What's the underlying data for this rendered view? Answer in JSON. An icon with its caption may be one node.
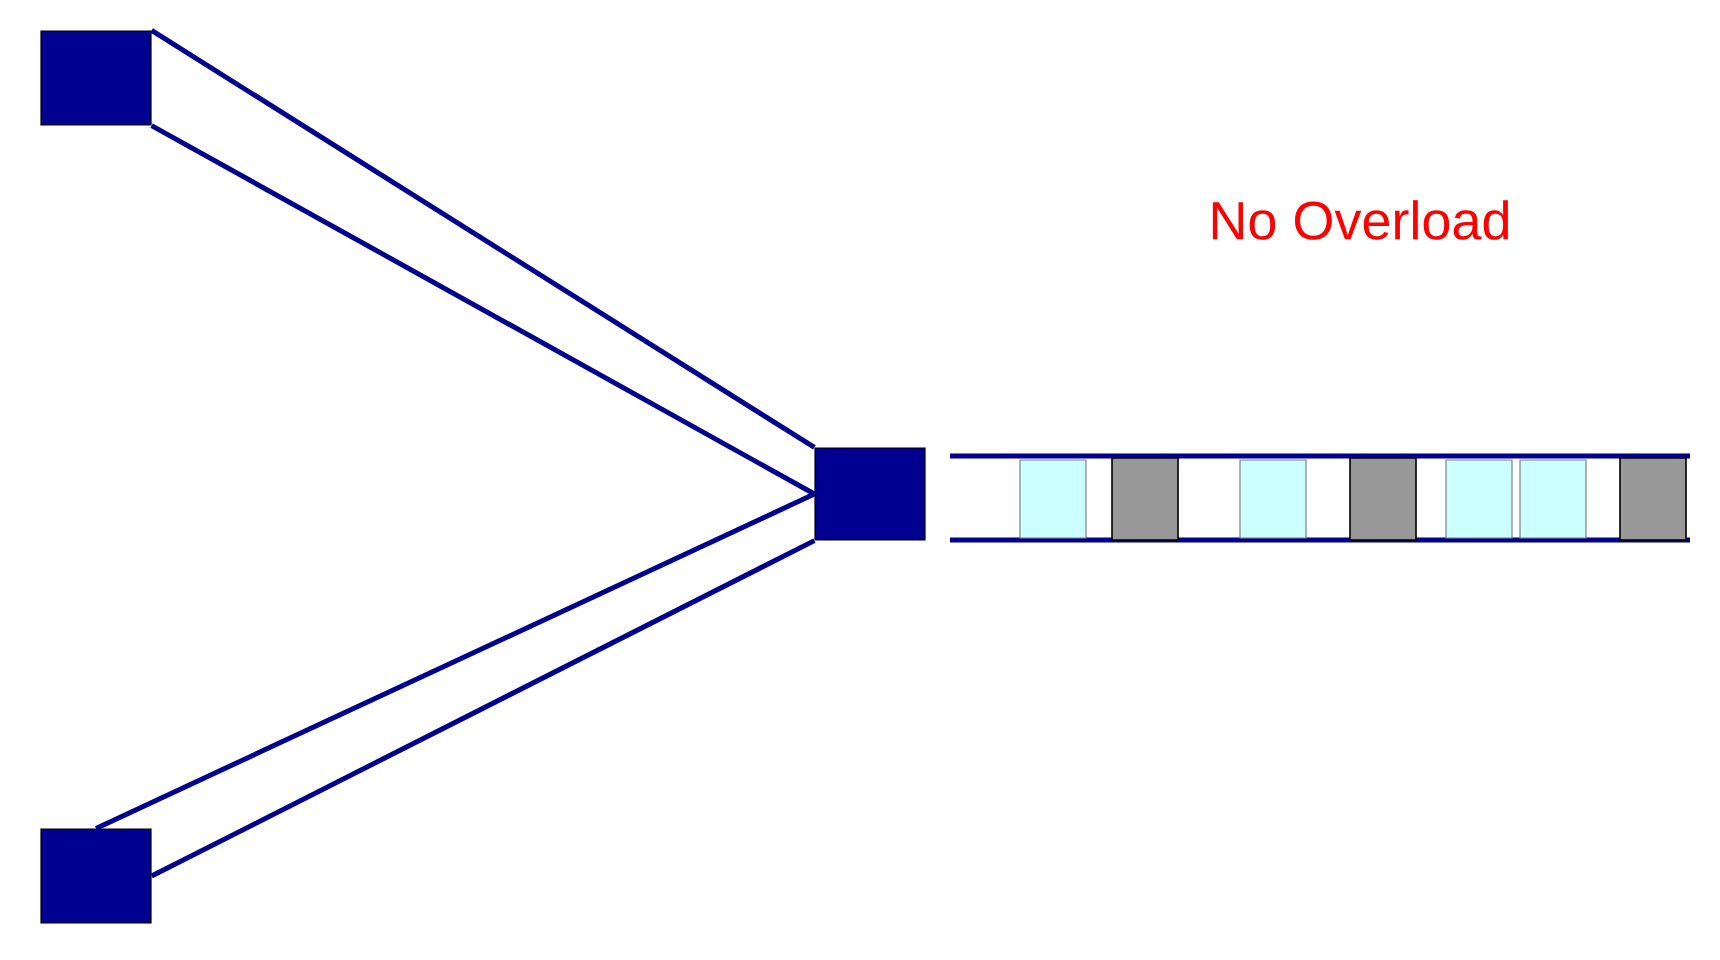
{
  "diagram": {
    "nodes": [
      {
        "text": [],
        "shape": "box"
      },
      {
        "text": [],
        "shape": "box"
      },
      {
        "text": [],
        "shape": "box"
      }
    ],
    "edges": [
      {
        "from": 0,
        "to": 2,
        "arrow": "none"
      },
      {
        "from": 0,
        "to": 2,
        "arrow": "none"
      },
      {
        "from": 1,
        "to": 2,
        "arrow": "none"
      },
      {
        "from": 1,
        "to": 2,
        "arrow": "none"
      }
    ],
    "labels": [
      "No Overload"
    ]
  }
}
